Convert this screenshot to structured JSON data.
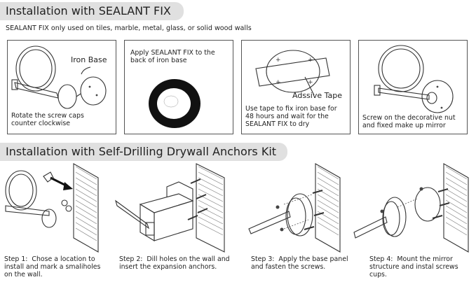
{
  "section1": {
    "title": "Installation with SEALANT FIX",
    "note": "SEALANT FIX only used on tiles, marble, metal, glass, or solid wood walls",
    "panels": [
      {
        "label": "Iron Base",
        "caption": "Rotate the screw caps\ncounter clockwise"
      },
      {
        "caption": "Apply SEALANT FIX to the\nback of iron base"
      },
      {
        "label": "Adssive Tape",
        "caption": "Use tape to fix iron base for\n48 hours and wait for the\nSEALANT FIX to dry"
      },
      {
        "caption": "Screw on the decorative nut\nand fixed make up mirror"
      }
    ]
  },
  "section2": {
    "title": "Installation with Self-Drilling Drywall Anchors Kit",
    "steps": [
      "Step 1:  Chose a location to\ninstall and mark a smaliholes\non the wall.",
      "Step 2:  Dill holes on the wall and\ninsert the expansion anchors.",
      "Step 3:  Apply the base panel\nand fasten the screws.",
      "Step 4:  Mount the mirror\nstructure and instal screws\ncups."
    ]
  },
  "colors": {
    "header_bg": "#e0e0e0",
    "text": "#222222",
    "border": "#555555"
  }
}
